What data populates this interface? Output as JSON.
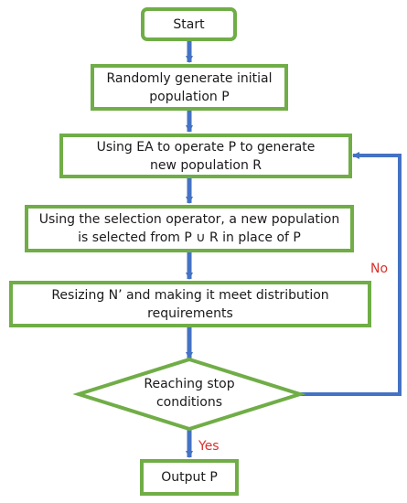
{
  "colors": {
    "box_border": "#70ad47",
    "arrow": "#4472c4",
    "edge_label": "#d9302c",
    "text": "#1a1a1a"
  },
  "nodes": {
    "start": "Start",
    "init": [
      "Randomly generate initial",
      "population P"
    ],
    "ea": [
      "Using EA to operate P to generate",
      "new population R"
    ],
    "select": [
      "Using the selection operator, a new population",
      "is selected from P ∪ R in place of P"
    ],
    "resize": [
      "Resizing N’ and making it meet distribution",
      "requirements"
    ],
    "decision": [
      "Reaching stop",
      "conditions"
    ],
    "output": "Output P"
  },
  "edges": {
    "no_label": "No",
    "yes_label": "Yes"
  }
}
